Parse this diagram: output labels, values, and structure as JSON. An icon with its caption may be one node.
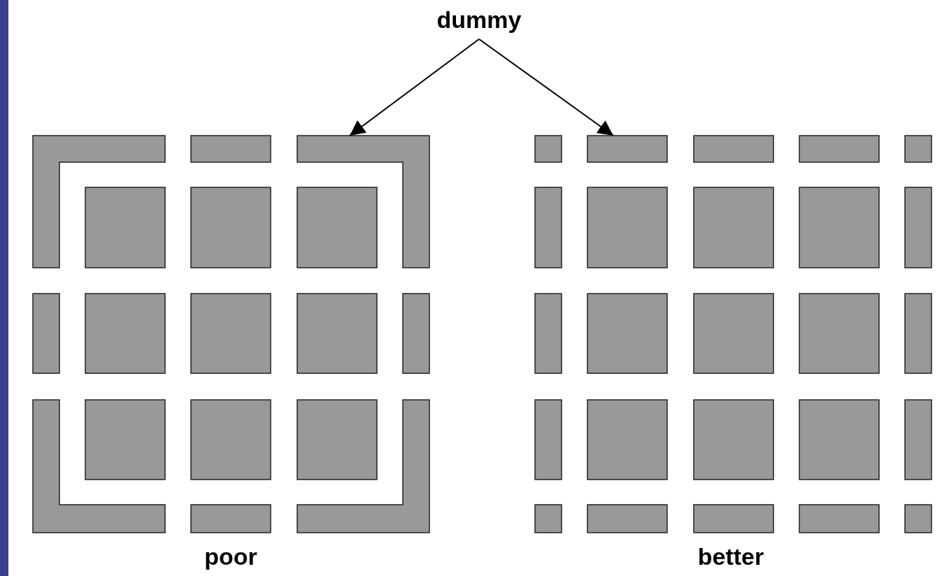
{
  "diagram": {
    "nodes": [
      {
        "text": [
          "dummy"
        ]
      },
      {
        "text": [],
        "shape": "box"
      },
      {
        "text": [],
        "shape": "bar"
      }
    ],
    "edges": [
      {
        "from": 0,
        "to": 1,
        "arrow": "to"
      },
      {
        "from": 0,
        "to": 2,
        "arrow": "to"
      }
    ],
    "labels": [
      "poor",
      "better"
    ]
  }
}
